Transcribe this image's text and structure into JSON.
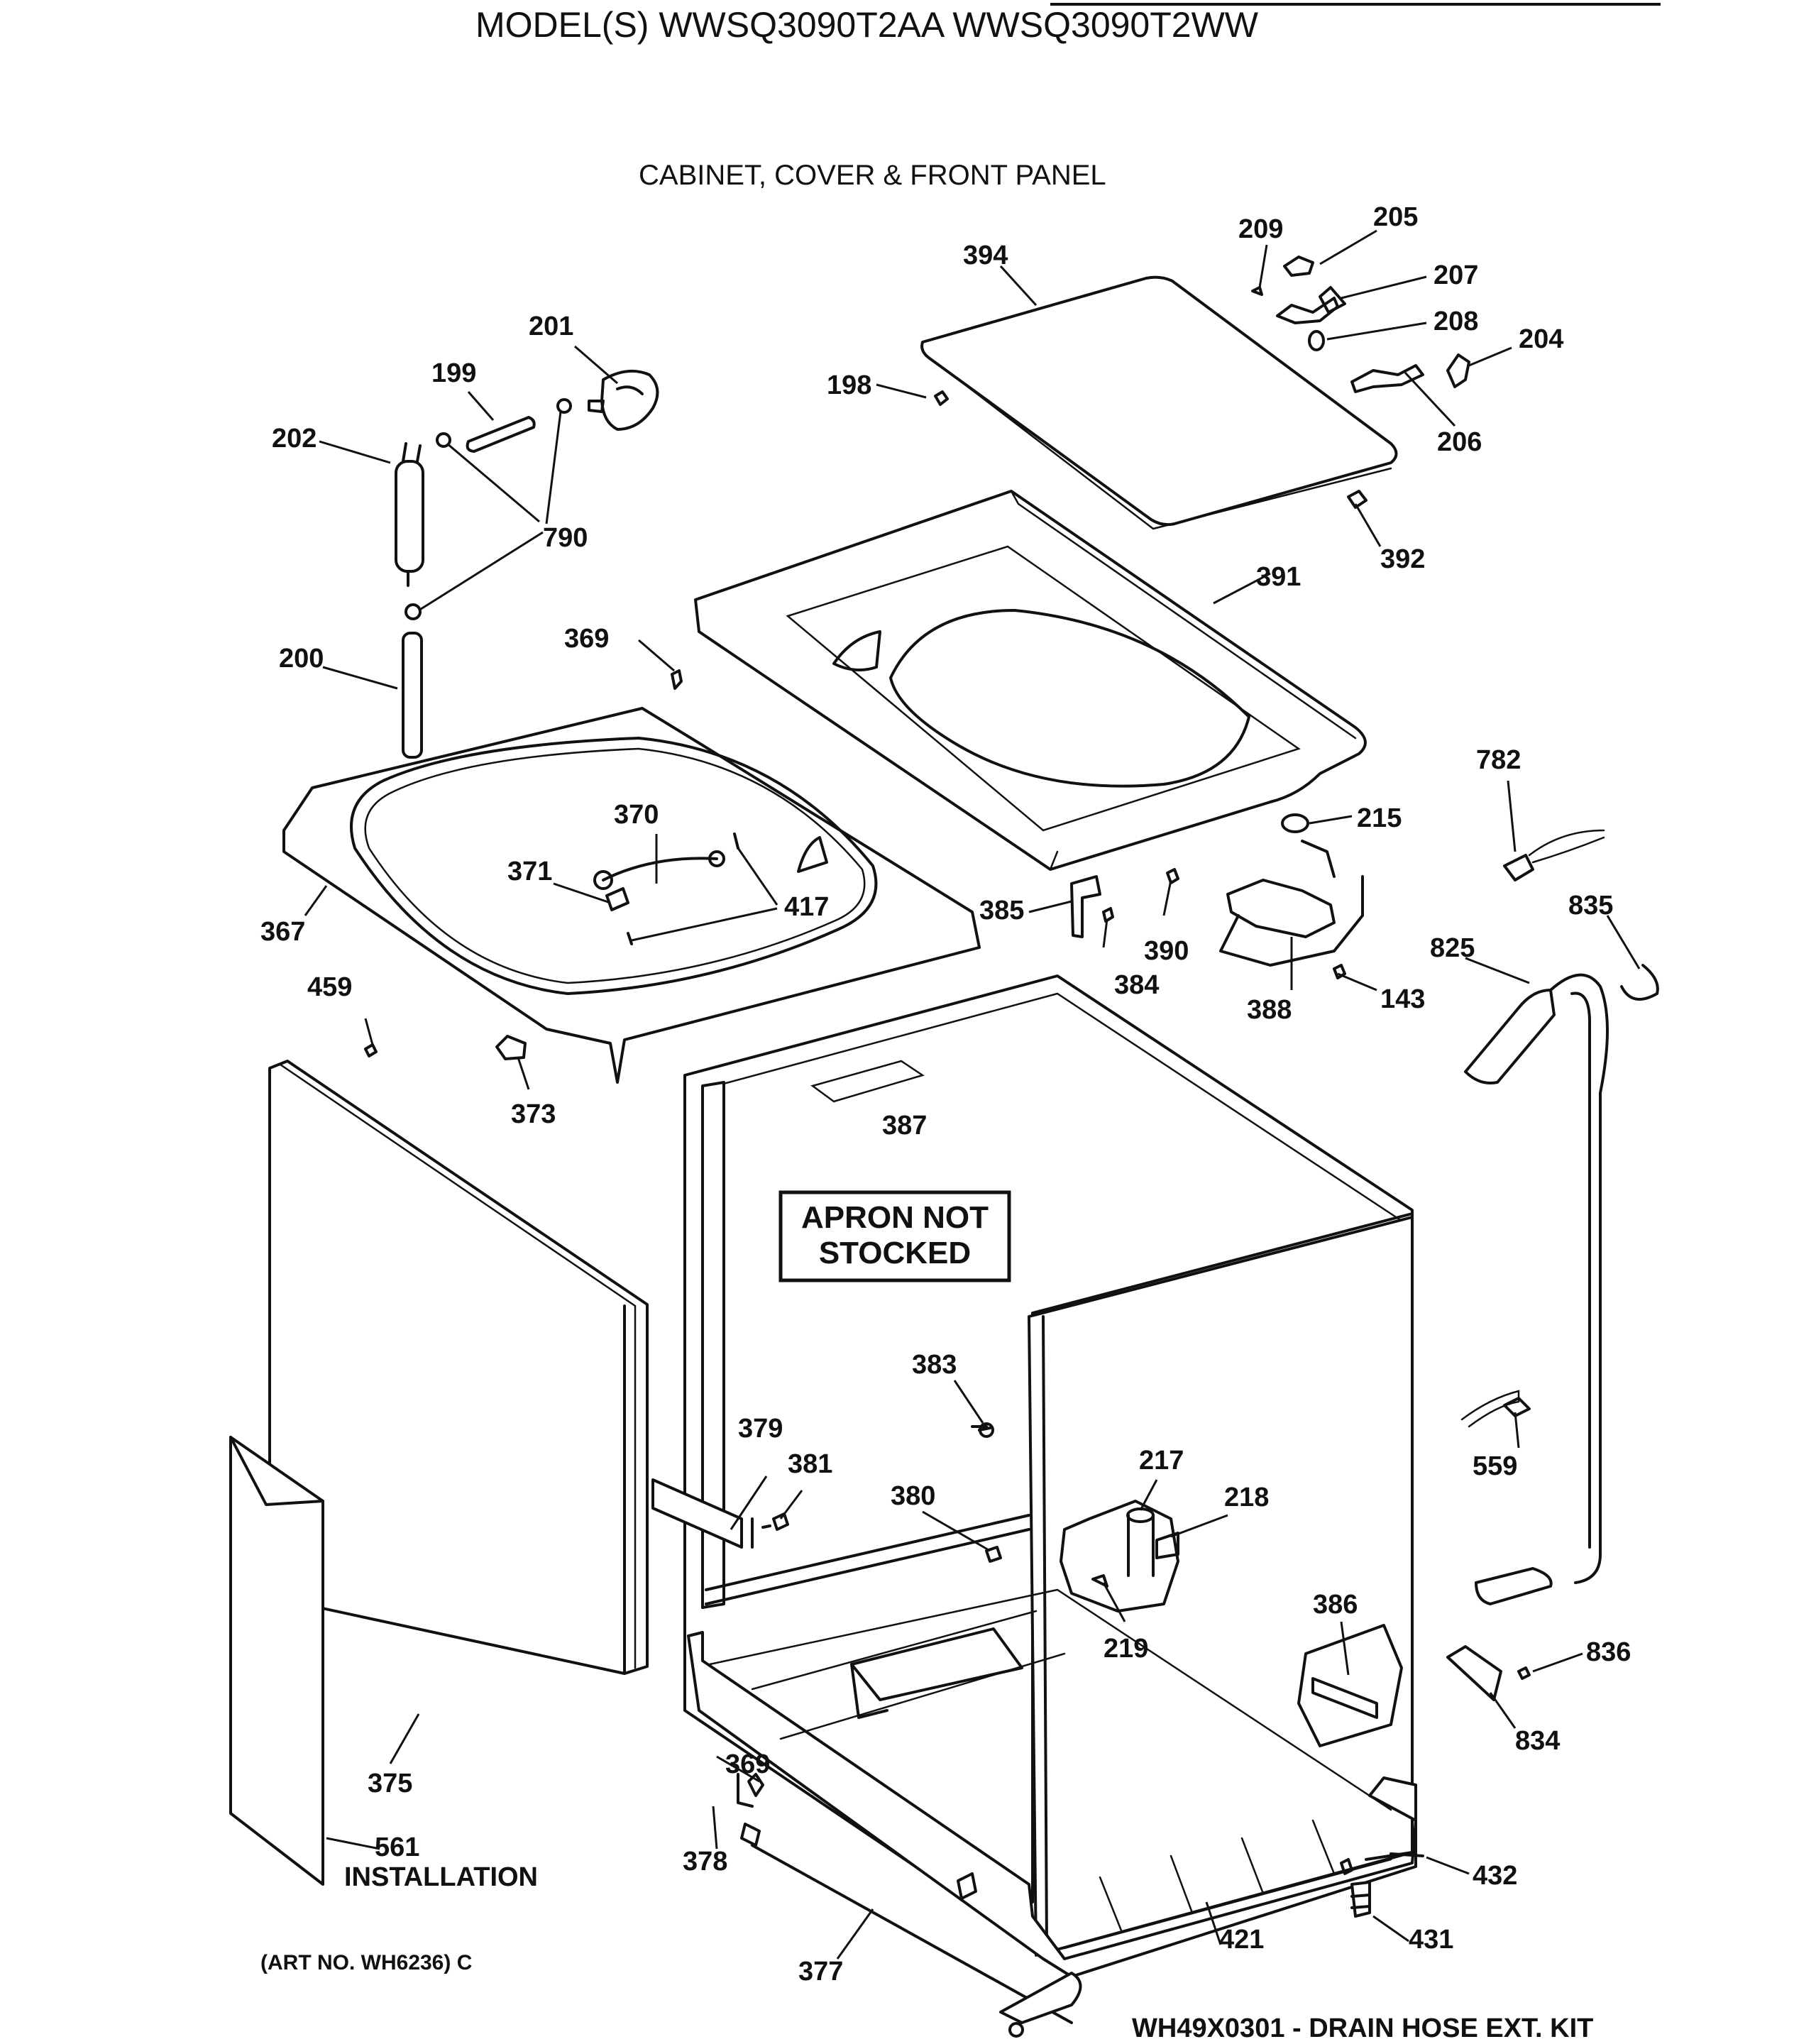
{
  "header": {
    "models": "MODEL(S) WWSQ3090T2AA  WWSQ3090T2WW",
    "section_title": "CABINET, COVER & FRONT PANEL"
  },
  "notice_box": {
    "line1": "APRON NOT",
    "line2": "STOCKED"
  },
  "footer": {
    "art_number": "(ART NO. WH6236) C",
    "kit": "WH49X0301 - DRAIN HOSE EXT. KIT"
  },
  "callouts": [
    {
      "id": "c209",
      "text": "209"
    },
    {
      "id": "c205",
      "text": "205"
    },
    {
      "id": "c394",
      "text": "394"
    },
    {
      "id": "c207",
      "text": "207"
    },
    {
      "id": "c208",
      "text": "208"
    },
    {
      "id": "c204",
      "text": "204"
    },
    {
      "id": "c201",
      "text": "201"
    },
    {
      "id": "c199",
      "text": "199"
    },
    {
      "id": "c198",
      "text": "198"
    },
    {
      "id": "c206",
      "text": "206"
    },
    {
      "id": "c202",
      "text": "202"
    },
    {
      "id": "c790",
      "text": "790"
    },
    {
      "id": "c392",
      "text": "392"
    },
    {
      "id": "c391",
      "text": "391"
    },
    {
      "id": "c369a",
      "text": "369"
    },
    {
      "id": "c200",
      "text": "200"
    },
    {
      "id": "c782",
      "text": "782"
    },
    {
      "id": "c370",
      "text": "370"
    },
    {
      "id": "c215",
      "text": "215"
    },
    {
      "id": "c371",
      "text": "371"
    },
    {
      "id": "c417",
      "text": "417"
    },
    {
      "id": "c385",
      "text": "385"
    },
    {
      "id": "c835",
      "text": "835"
    },
    {
      "id": "c390",
      "text": "390"
    },
    {
      "id": "c367",
      "text": "367"
    },
    {
      "id": "c825",
      "text": "825"
    },
    {
      "id": "c384",
      "text": "384"
    },
    {
      "id": "c459",
      "text": "459"
    },
    {
      "id": "c143",
      "text": "143"
    },
    {
      "id": "c388",
      "text": "388"
    },
    {
      "id": "c373",
      "text": "373"
    },
    {
      "id": "c387",
      "text": "387"
    },
    {
      "id": "c383",
      "text": "383"
    },
    {
      "id": "c379",
      "text": "379"
    },
    {
      "id": "c381",
      "text": "381"
    },
    {
      "id": "c559",
      "text": "559"
    },
    {
      "id": "c217",
      "text": "217"
    },
    {
      "id": "c380",
      "text": "380"
    },
    {
      "id": "c218",
      "text": "218"
    },
    {
      "id": "c219",
      "text": "219"
    },
    {
      "id": "c386",
      "text": "386"
    },
    {
      "id": "c836",
      "text": "836"
    },
    {
      "id": "c834",
      "text": "834"
    },
    {
      "id": "c375",
      "text": "375"
    },
    {
      "id": "c369b",
      "text": "369"
    },
    {
      "id": "c561",
      "text": "561"
    },
    {
      "id": "c561b",
      "text": "INSTALLATION"
    },
    {
      "id": "c378",
      "text": "378"
    },
    {
      "id": "c432",
      "text": "432"
    },
    {
      "id": "c377",
      "text": "377"
    },
    {
      "id": "c421",
      "text": "421"
    },
    {
      "id": "c431",
      "text": "431"
    }
  ]
}
